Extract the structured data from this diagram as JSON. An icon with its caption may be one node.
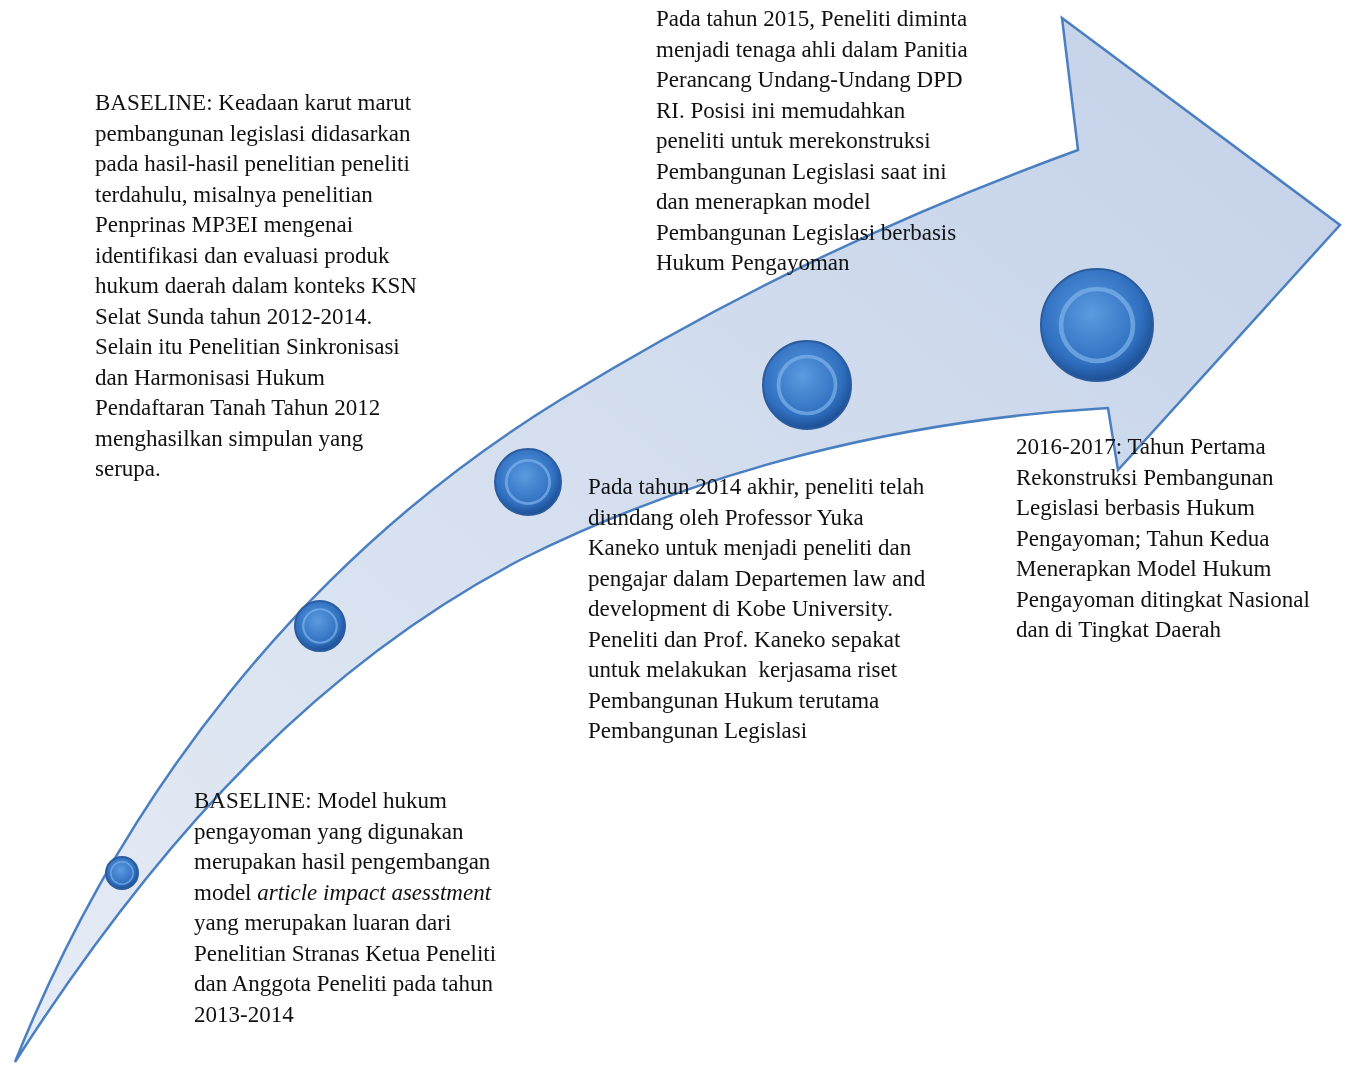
{
  "diagram": {
    "nodes": [
      {
        "text": [],
        "shape": "circle"
      },
      {
        "text": [],
        "shape": "circle"
      },
      {
        "text": [],
        "shape": "circle"
      },
      {
        "text": [],
        "shape": "circle"
      },
      {
        "text": [],
        "shape": "circle"
      }
    ],
    "labels": [
      "BASELINE: Model hukum pengayoman yang digunakan merupakan hasil pengembangan model *article impact asesstment* yang merupakan luaran dari Penelitian Stranas Ketua Peneliti dan Anggota Peneliti pada tahun 2013-2014",
      "BASELINE: Keadaan karut marut pembangunan legislasi didasarkan pada hasil-hasil penelitian peneliti terdahulu, misalnya penelitian Penprinas MP3EI mengenai identifikasi dan evaluasi produk hukum daerah dalam konteks KSN Selat Sunda tahun 2012-2014. Selain itu Penelitian Sinkronisasi dan Harmonisasi Hukum Pendaftaran Tanah Tahun 2012 menghasilkan simpulan yang serupa.",
      "Pada tahun 2014 akhir, peneliti telah diundang oleh Professor Yuka Kaneko untuk menjadi peneliti dan pengajar dalam Departemen law and development di Kobe University.  Peneliti dan Prof. Kaneko sepakat untuk melakukan  kerjasama riset Pembangunan Hukum terutama Pembangunan Legislasi",
      "Pada tahun 2015, Peneliti diminta menjadi tenaga ahli dalam Panitia Perancang Undang-Undang DPD RI. Posisi ini memudahkan peneliti untuk merekonstruksi Pembangunan Legislasi saat ini dan menerapkan model Pembangunan Legislasi berbasis Hukum Pengayoman",
      "2016-2017: Tahun Pertama Rekonstruksi Pembangunan Legislasi berbasis Hukum Pengayoman; Tahun Kedua Menerapkan Model Hukum Pengayoman ditingkat Nasional dan di Tingkat Daerah"
    ]
  }
}
